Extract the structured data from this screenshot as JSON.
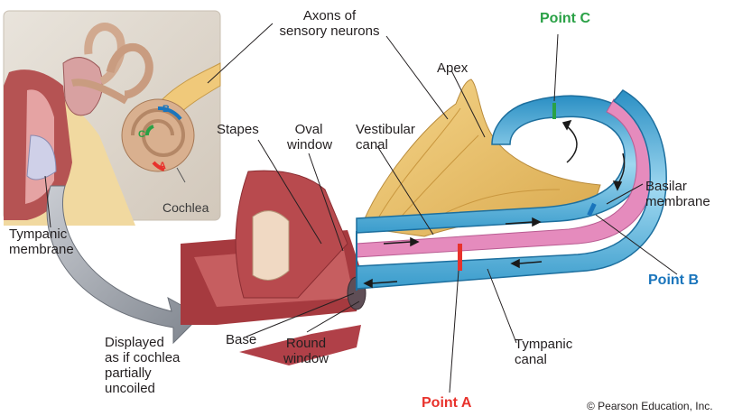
{
  "labels": {
    "axons": [
      "Axons of",
      "sensory neurons"
    ],
    "apex": "Apex",
    "stapes": "Stapes",
    "oval_window": [
      "Oval",
      "window"
    ],
    "vestibular_canal": [
      "Vestibular",
      "canal"
    ],
    "basilar_membrane": [
      "Basilar",
      "membrane"
    ],
    "tympanic_membrane": [
      "Tympanic",
      "membrane"
    ],
    "cochlea": "Cochlea",
    "base": "Base",
    "round_window": [
      "Round",
      "window"
    ],
    "tympanic_canal": [
      "Tympanic",
      "canal"
    ],
    "displayed_note": [
      "Displayed",
      "as if cochlea",
      "partially",
      "uncoiled"
    ],
    "copyright": "© Pearson Education, Inc."
  },
  "points": {
    "a": {
      "label": "Point A",
      "color": "#e8322c"
    },
    "b": {
      "label": "Point B",
      "color": "#1a75bc"
    },
    "c": {
      "label": "Point C",
      "color": "#2aa146"
    }
  },
  "inset_markers": {
    "a": "A",
    "b": "B",
    "c": "C"
  }
}
